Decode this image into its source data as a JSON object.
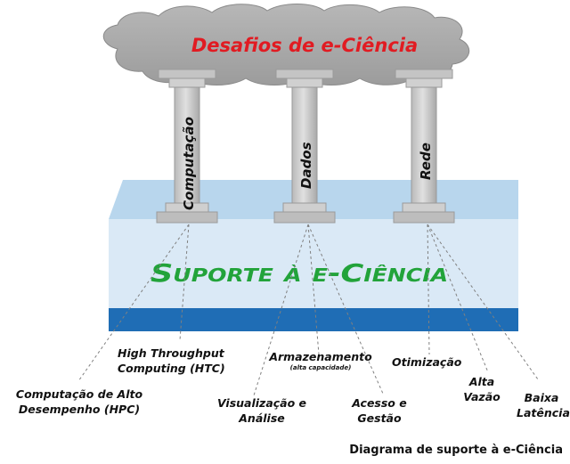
{
  "diagram": {
    "title": "Desafios de e-Ciência",
    "pillars": [
      "Computação",
      "Dados",
      "Rede"
    ],
    "foundation": "Suporte à e-Ciência",
    "leaves": {
      "hpc": [
        "Computação de Alto",
        "Desempenho (HPC)"
      ],
      "htc": [
        "High Throughput",
        "Computing (HTC)"
      ],
      "visualizacao": [
        "Visualização e",
        "Análise"
      ],
      "armazenamento": "Armazenamento",
      "armazenamento_note": "(alta capacidade)",
      "acesso": [
        "Acesso e",
        "Gestão"
      ],
      "otimizacao": "Otimização",
      "alta_vazao": [
        "Alta",
        "Vazão"
      ],
      "baixa_latencia": [
        "Baixa",
        "Latência"
      ]
    },
    "caption": "Diagrama de suporte à e-Ciência",
    "colors": {
      "title": "#e11b22",
      "foundation_text": "#22a33a",
      "slab_top": "#b8d6ed",
      "slab_front": "#d9e8f5",
      "slab_band": "#1f6db5",
      "cloud": "#a9a9a9",
      "pillar": "#c8c8c8"
    }
  }
}
